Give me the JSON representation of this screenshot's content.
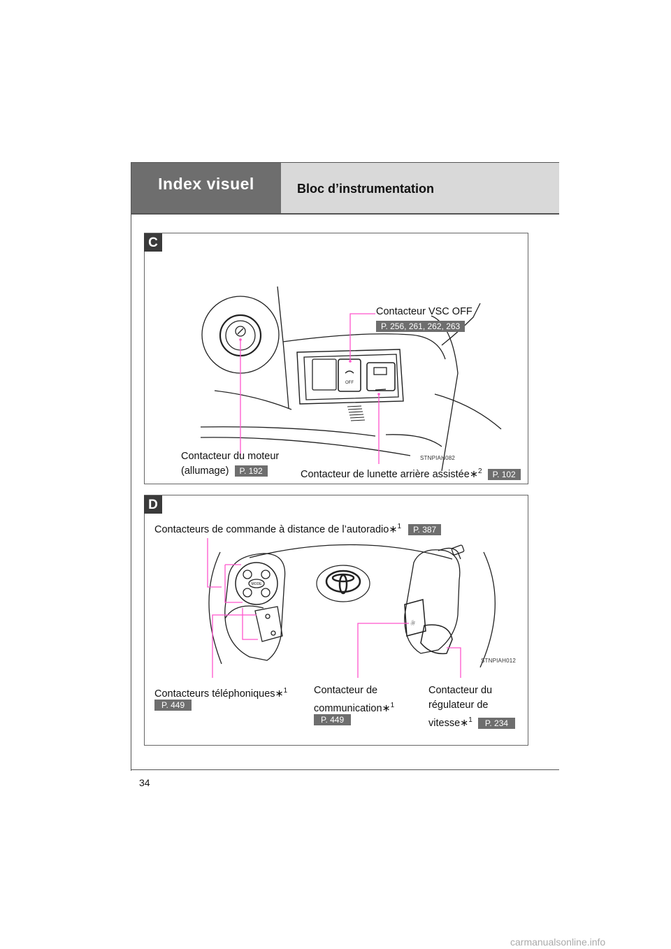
{
  "header": {
    "section_title": "Index visuel",
    "subtitle": "Bloc d’instrumentation"
  },
  "panel_c": {
    "badge": "C",
    "vsc_label": "Contacteur VSC OFF",
    "vsc_ref": "P. 256, 261, 262, 263",
    "engine_label_1": "Contacteur du moteur",
    "engine_label_2": "(allumage)",
    "engine_ref": "P. 192",
    "rear_window_label": "Contacteur de lunette arrière assistée",
    "rear_window_sup": "2",
    "rear_window_ref": "P. 102",
    "image_code": "STNPIAH082",
    "vsc_button_text": "OFF"
  },
  "panel_d": {
    "badge": "D",
    "audio_label": "Contacteurs de commande à distance de l’autoradio",
    "audio_sup": "1",
    "audio_ref": "P. 387",
    "phone_label": "Contacteurs téléphoniques",
    "phone_sup": "1",
    "phone_ref": "P. 449",
    "comm_label_1": "Contacteur de",
    "comm_label_2": "communication",
    "comm_sup": "1",
    "comm_ref": "P. 449",
    "cruise_label_1": "Contacteur du",
    "cruise_label_2": "régulateur de",
    "cruise_label_3": "vitesse",
    "cruise_sup": "1",
    "cruise_ref": "P. 234",
    "image_code": "STNPIAH012",
    "mode_button_text": "MODE"
  },
  "footer": {
    "page_number": "34",
    "watermark": "carmanualsonline.info"
  },
  "colors": {
    "header_dark": "#6e6e6e",
    "header_light": "#d9d9d9",
    "leader_line": "#ff55cc",
    "ref_badge": "#6e6e6e"
  }
}
